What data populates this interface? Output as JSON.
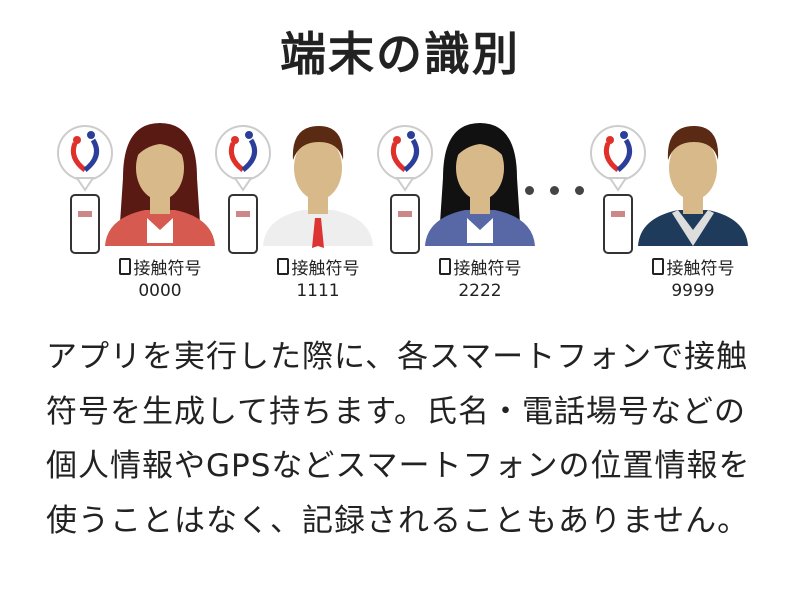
{
  "title": "端末の識別",
  "people": [
    {
      "label": "接触符号",
      "code": "0000",
      "shirt": "#d65a50",
      "hair": "#5a1a14",
      "type": "woman"
    },
    {
      "label": "接触符号",
      "code": "1111",
      "shirt": "#eeeeee",
      "hair": "#5b2a12",
      "type": "man-tie"
    },
    {
      "label": "接触符号",
      "code": "2222",
      "shirt": "#5868a6",
      "hair": "#111111",
      "type": "woman"
    },
    {
      "label": "接触符号",
      "code": "9999",
      "shirt": "#1f3b5c",
      "hair": "#5a2a14",
      "type": "man"
    }
  ],
  "body": "アプリを実行した際に、各スマートフォンで接触符号を生成して持ちます。氏名・電話場号などの個人情報やGPSなどスマートフォンの位置情報を使うことはなく、記録されることもありません。",
  "colors": {
    "skin": "#d8b98a",
    "logo_red": "#e0302a",
    "logo_blue": "#2b3f9a"
  }
}
